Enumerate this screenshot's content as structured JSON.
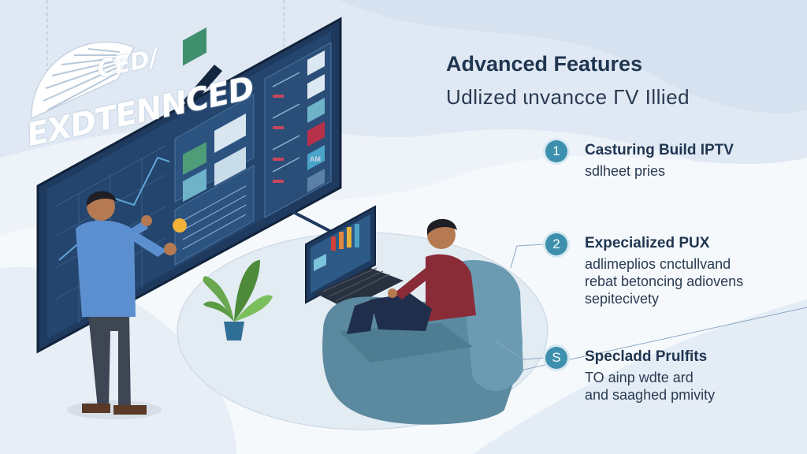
{
  "logo": {
    "line1": "EXDTENNCED",
    "line2": "CED/"
  },
  "panel": {
    "title": "Advanced Features",
    "subtitle": "Udlized ɩnvancce ΓV Illied"
  },
  "features": [
    {
      "number": "1",
      "title": "Casturing Build IPTV",
      "description": "sdlheet pries"
    },
    {
      "number": "2",
      "title": "Expecialized PUX",
      "description": "adlimeplios cnctullvand\nrebat betoncing adiovens\nsepitecivety"
    },
    {
      "number": "S",
      "title": "Specladd Prulfits",
      "description": "TO ainp wdte ard\nand saaghed pmivity"
    }
  ],
  "screen": {
    "tile_label": "AM"
  },
  "colors": {
    "navy": "#1f3a5f",
    "accent": "#3d90ad",
    "sofa": "#5b8aa0",
    "background": "#eef3f9"
  }
}
